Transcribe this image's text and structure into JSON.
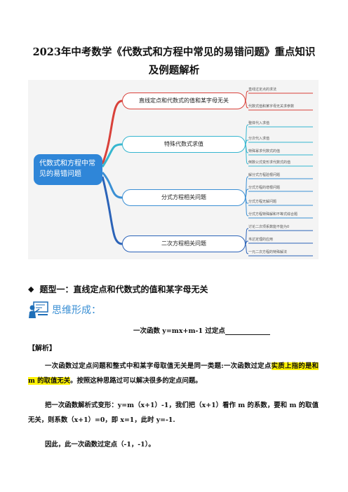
{
  "doc": {
    "title": "2023年中考数学《代数式和方程中常见的易错问题》重点知识及例题解析"
  },
  "mindmap": {
    "root": "代数式和方程中常见的易错问题",
    "branches": [
      {
        "label": "直线定点和代数式的值和某字母无关",
        "color": "#d9413a",
        "leaves": [
          "直线过定点的求法",
          "代数式值和某字母无关求参数"
        ]
      },
      {
        "label": "特殊代数式求值",
        "color": "#35b6cf",
        "leaves": [
          "整体代入求值",
          "分次代入求值",
          "特殊幂求代数式的值",
          "倒数公式变形求代数式的值"
        ]
      },
      {
        "label": "分式方程相关问题",
        "color": "#3a8fd4",
        "leaves": [
          "解分式方程验根问题",
          "分式方程的增根问题",
          "分式方程无解问题",
          "分式方程特殊解和不等式综合题"
        ]
      },
      {
        "label": "二次方程相关问题",
        "color": "#2b63b8",
        "leaves": [
          "讨论二次项系数能不能为0",
          "韦达定理的应用",
          "一元二次方程的特殊解法"
        ]
      }
    ]
  },
  "section": {
    "diamond": "◆",
    "heading": "题型一：直线定点和代数式的值和某字母无关",
    "thinking_label": "思维形成：",
    "problem": "一次函数 y=mx+m-1 过定点",
    "analysis_tag": "【解析】",
    "p1_before": "一次函数过定点问题和整式中和某字母取值无关是同一类题:一次函数过定点",
    "p1_highlight": "实质上指的是和 m 的取值无关",
    "p1_after": "。按照这种思路过可以解决很多的定点问题。",
    "p2": "把一次函数解析式变形：y=m（x+1）-1，我们把（x+1）看作 m 的系数，要和 m 的取值无关，则系数（x+1）=0，即 x=1，此时 y=-1.",
    "p3": "因此，此一次函数过定点（-1，-1）。"
  }
}
